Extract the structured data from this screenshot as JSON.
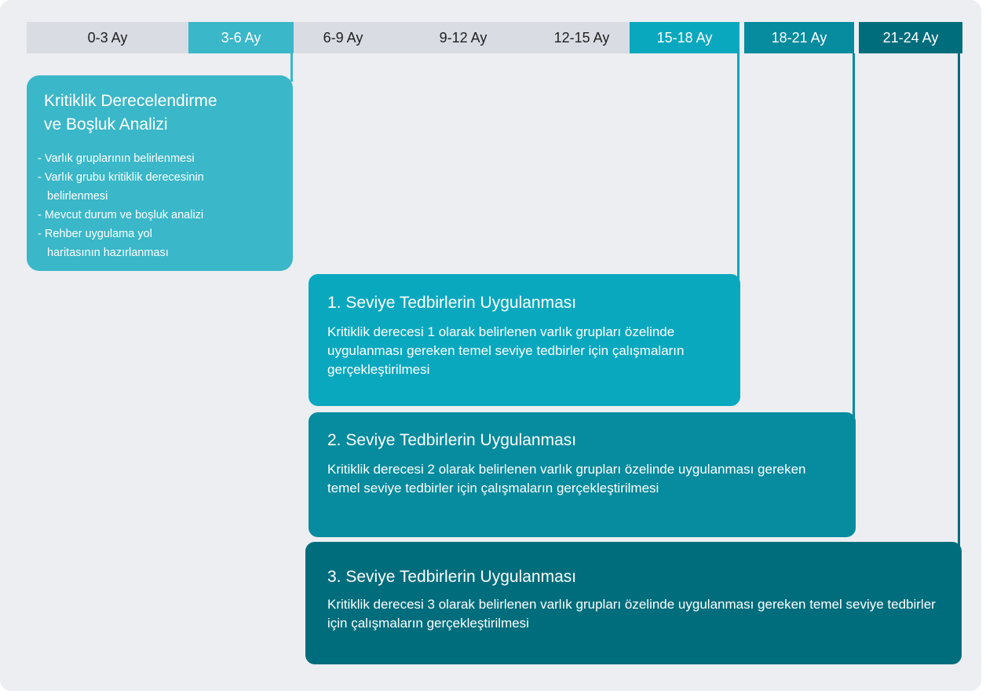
{
  "colors": {
    "phase0": "#3ab7c8",
    "phase1": "#0aa8bf",
    "phase2": "#078b9e",
    "phase3": "#006d7c",
    "grey": "#d9dce3"
  },
  "timeline": {
    "periods": [
      "0-3 Ay",
      "3-6 Ay",
      "6-9 Ay",
      "9-12 Ay",
      "12-15 Ay",
      "15-18 Ay",
      "18-21 Ay",
      "21-24 Ay"
    ]
  },
  "phases": [
    {
      "title_line1": "Kritiklik Derecelendirme",
      "title_line2": "ve Boşluk Analizi",
      "items": [
        "- Varlık gruplarının belirlenmesi",
        "- Varlık grubu kritiklik derecesinin belirlenmesi",
        "- Mevcut durum ve  boşluk analizi",
        "- Rehber uygulama yol haritasının hazırlanması"
      ]
    },
    {
      "title": "1. Seviye Tedbirlerin Uygulanması",
      "description": "Kritiklik derecesi 1 olarak belirlenen varlık grupları özelinde uygulanması gereken temel seviye tedbirler için çalışmaların gerçekleştirilmesi"
    },
    {
      "title": "2. Seviye Tedbirlerin Uygulanması",
      "description": "Kritiklik derecesi 2 olarak belirlenen varlık grupları özelinde uygulanması gereken temel seviye tedbirler için çalışmaların gerçekleştirilmesi"
    },
    {
      "title": "3. Seviye Tedbirlerin Uygulanması",
      "description": "Kritiklik derecesi 3 olarak belirlenen varlık grupları özelinde uygulanması gereken temel seviye tedbirler için çalışmaların gerçekleştirilmesi"
    }
  ]
}
